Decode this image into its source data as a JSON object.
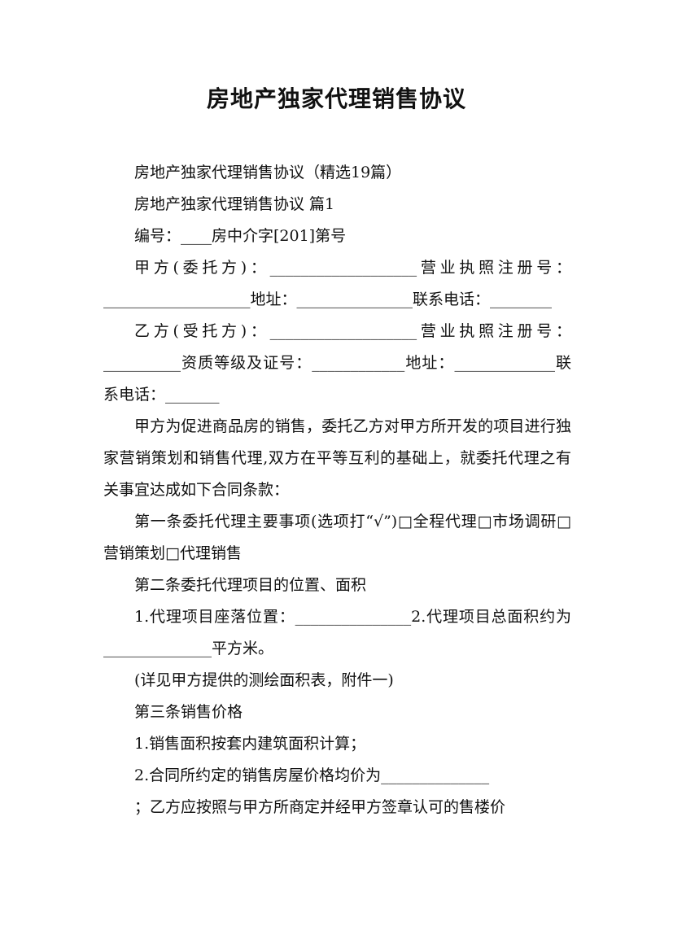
{
  "document": {
    "title": "房地产独家代理销售协议",
    "paragraphs": [
      "房地产独家代理销售协议（精选19篇）",
      "房地产独家代理销售协议 篇1",
      "编号：____房中介字[201]第号",
      "甲方(委托方)：___________________营业执照注册号：___________________地址：_______________联系电话：________",
      "乙方(受托方)：___________________营业执照注册号：__________资质等级及证号：____________地址：_____________联系电话：_______",
      "甲方为促进商品房的销售，委托乙方对甲方所开发的项目进行独家营销策划和销售代理,双方在平等互利的基础上，就委托代理之有关事宜达成如下合同条款：",
      "第一条委托代理主要事项(选项打“√”)□全程代理□市场调研□营销策划□代理销售",
      "第二条委托代理项目的位置、面积",
      "1.代理项目座落位置：_______________2.代理项目总面积约为______________平方米。",
      "(详见甲方提供的测绘面积表，附件一)",
      "第三条销售价格",
      "1.销售面积按套内建筑面积计算；",
      "2.合同所约定的销售房屋价格均价为______________",
      "；乙方应按照与甲方所商定并经甲方签章认可的售楼价"
    ]
  }
}
